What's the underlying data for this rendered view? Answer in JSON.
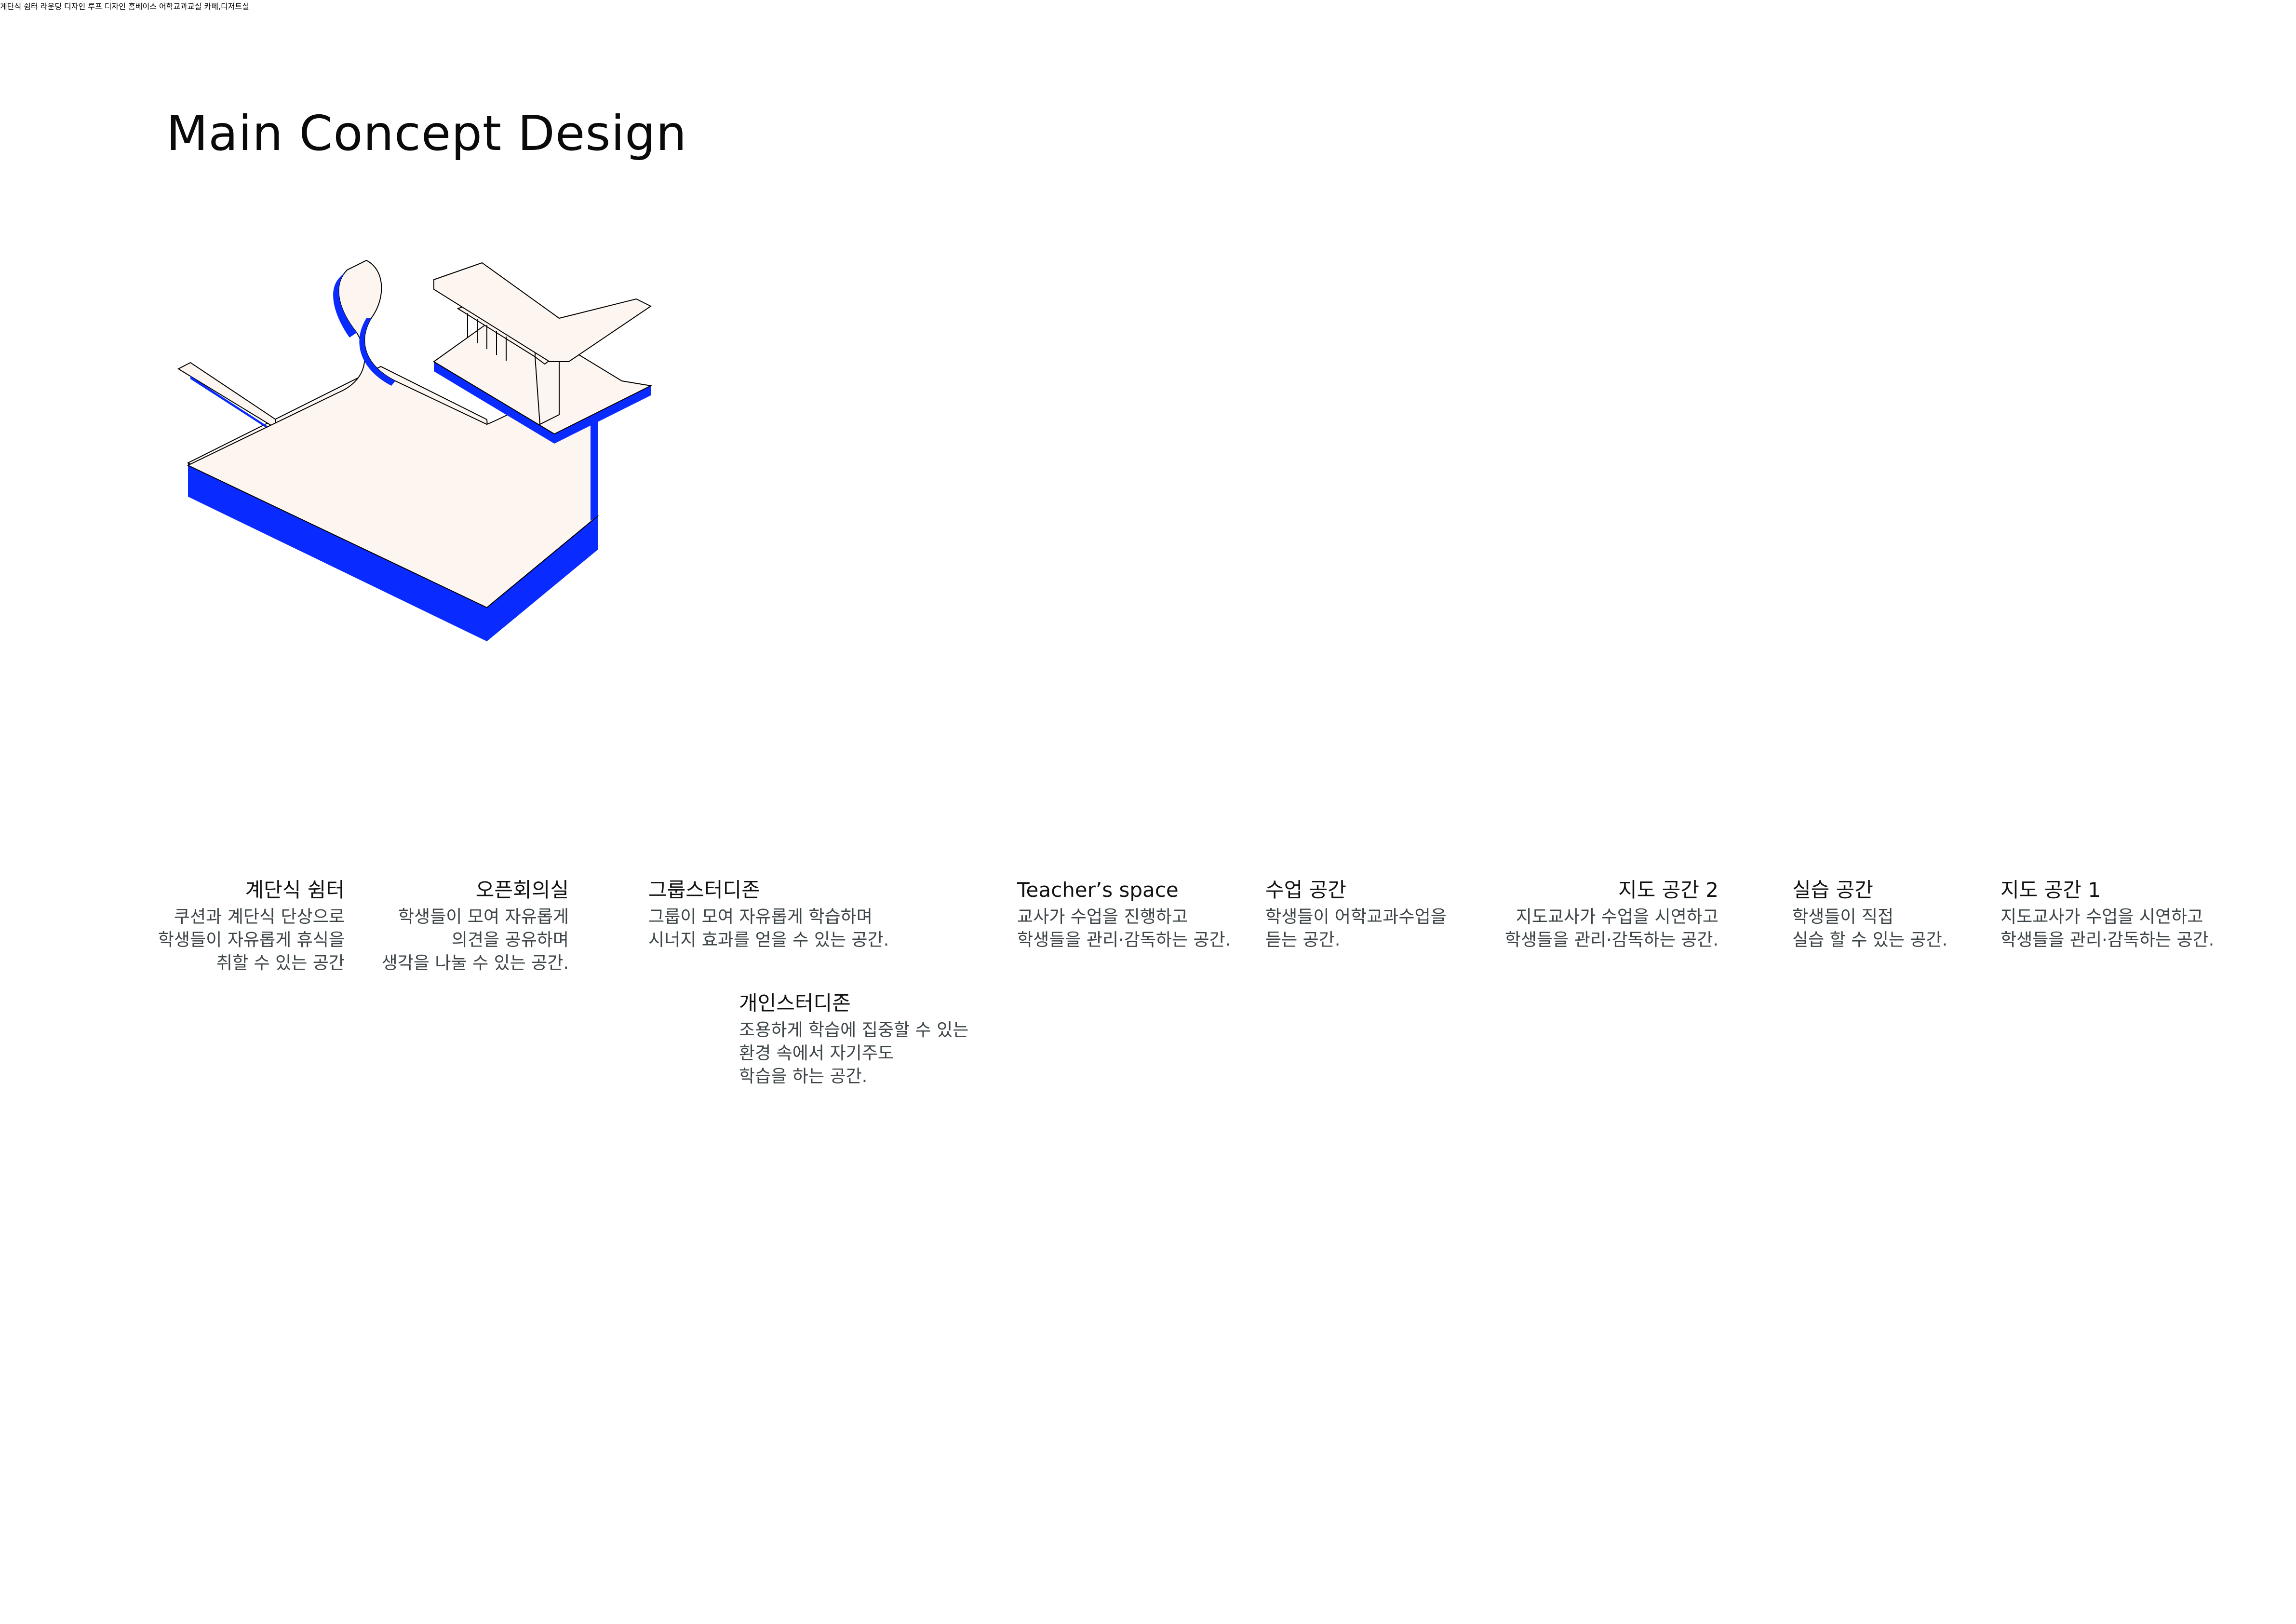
{
  "title": "Main Concept Design",
  "colors": {
    "blue": "#0a2bff",
    "cream": "#fdf5ef",
    "peach": "#fcd4ac",
    "aqua": "#97e7e8",
    "floor": "#eef0f0",
    "glass": "#ecf8f4",
    "outline": "#0a0a0a",
    "body_text": "#3d4548"
  },
  "concepts": [
    {
      "id": "stepped-shelter",
      "caption": "계단식 쉼터",
      "color": "#0a2bff"
    },
    {
      "id": "rounding-design",
      "caption": "라운딩 디자인",
      "color": "#fcd4ac"
    },
    {
      "id": "loop-design",
      "caption": "루프 디자인",
      "color": "#97e7e8"
    }
  ],
  "spaces": [
    {
      "id": "homebase",
      "caption": "홈베이스",
      "annotations": [
        {
          "heading": "계단식 쉼터",
          "lines": [
            "쿠션과 계단식 단상으로",
            "학생들이 자유롭게 휴식을",
            "취할 수 있는 공간"
          ]
        },
        {
          "heading": "오픈회의실",
          "lines": [
            "학생들이 모여 자유롭게",
            "의견을 공유하며",
            "생각을 나눌 수 있는 공간."
          ]
        },
        {
          "heading": "그룹스터디존",
          "lines": [
            "그룹이 모여 자유롭게 학습하며",
            "시너지 효과를 얻을 수 있는 공간."
          ]
        },
        {
          "heading": "개인스터디존",
          "lines": [
            "조용하게 학습에 집중할 수 있는",
            "환경 속에서 자기주도",
            "학습을 하는 공간."
          ]
        }
      ]
    },
    {
      "id": "language-classroom",
      "caption": "어학교과교실",
      "annotations": [
        {
          "heading": "Teacher’s space",
          "lines": [
            "교사가 수업을 진행하고",
            "학생들을 관리·감독하는 공간."
          ]
        },
        {
          "heading": "수업 공간",
          "lines": [
            "학생들이 어학교과수업을",
            "듣는 공간."
          ]
        }
      ]
    },
    {
      "id": "cafe-dessert-room",
      "caption": "카페,디저트실",
      "annotations": [
        {
          "heading": "지도 공간 2",
          "lines": [
            "지도교사가 수업을 시연하고",
            "학생들을 관리·감독하는 공간."
          ]
        },
        {
          "heading": "실습 공간",
          "lines": [
            "학생들이 직접",
            "실습 할 수 있는 공간."
          ]
        },
        {
          "heading": "지도 공간 1",
          "lines": [
            "지도교사가 수업을 시연하고",
            "학생들을 관리·감독하는 공간."
          ]
        }
      ]
    }
  ]
}
